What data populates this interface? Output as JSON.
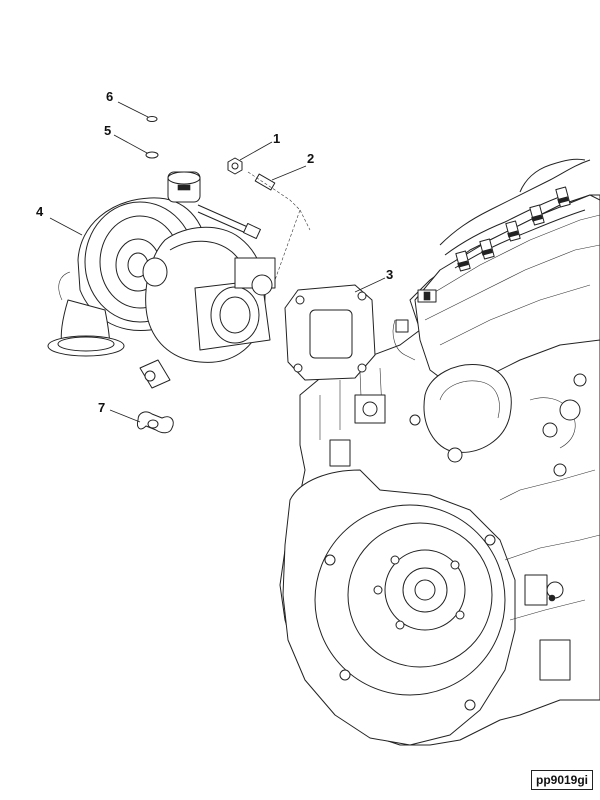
{
  "diagram": {
    "callouts": {
      "c1": "1",
      "c2": "2",
      "c3": "3",
      "c4": "4",
      "c5": "5",
      "c6": "6",
      "c7": "7"
    },
    "reference_code": "pp9019gi"
  }
}
